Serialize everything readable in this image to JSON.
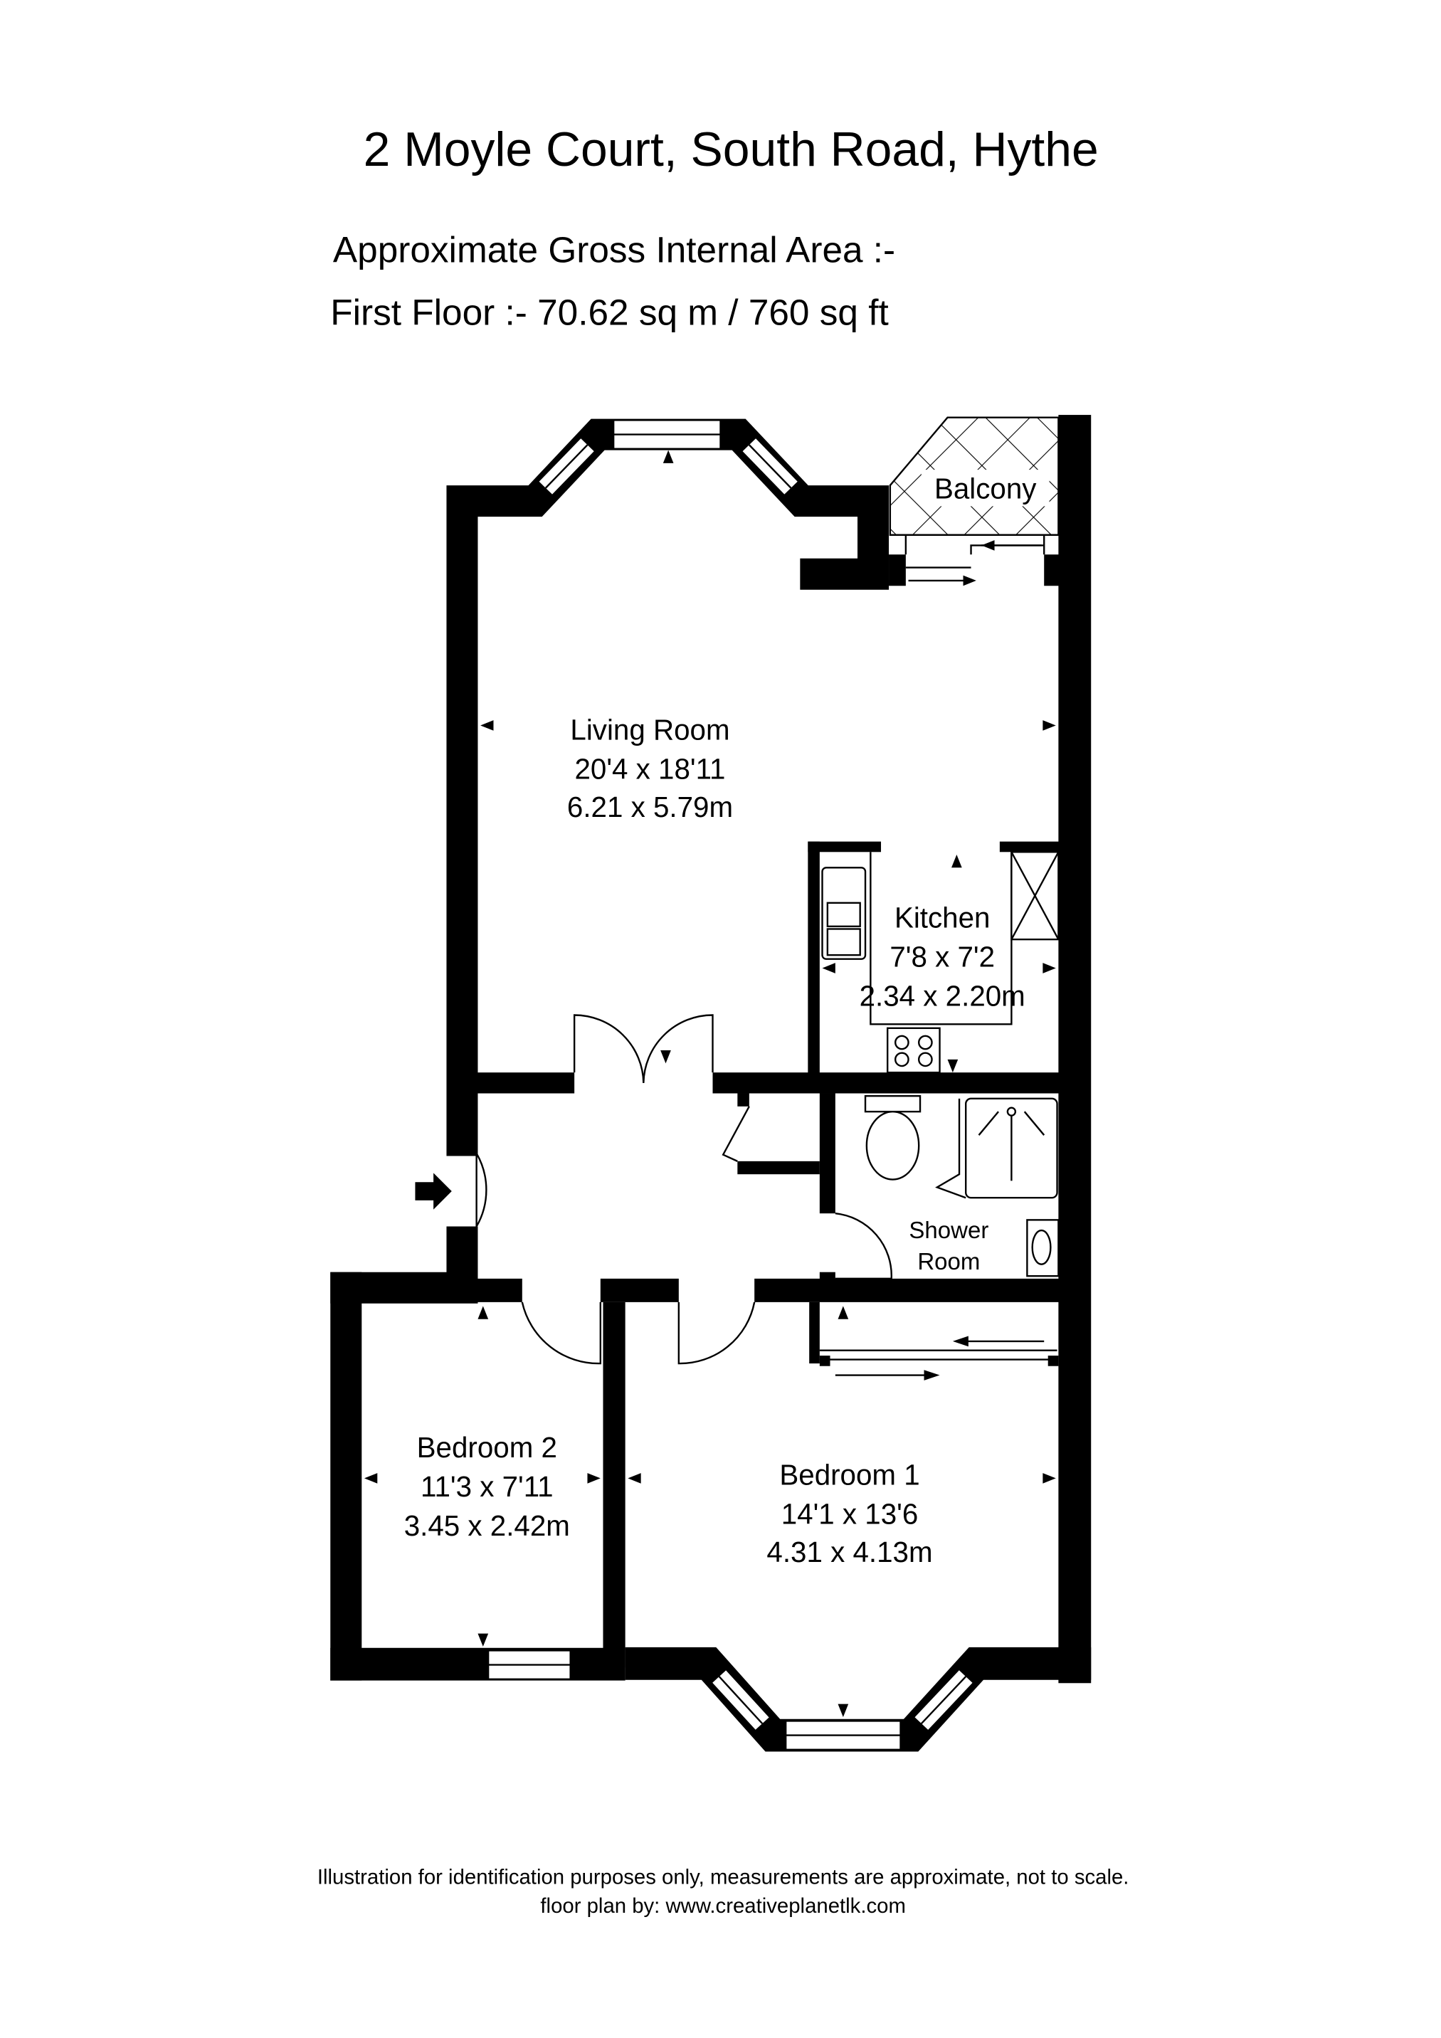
{
  "header": {
    "title": "2 Moyle Court, South Road, Hythe",
    "area_label": "Approximate Gross Internal Area :-",
    "area_value": "First Floor :- 70.62 sq m / 760 sq ft"
  },
  "rooms": {
    "living": {
      "name": "Living Room",
      "imperial": "20'4 x 18'11",
      "metric": "6.21 x 5.79m"
    },
    "kitchen": {
      "name": "Kitchen",
      "imperial": "7'8 x 7'2",
      "metric": "2.34 x 2.20m"
    },
    "balcony": {
      "name": "Balcony"
    },
    "shower": {
      "name_line1": "Shower",
      "name_line2": "Room"
    },
    "bedroom2": {
      "name": "Bedroom 2",
      "imperial": "11'3 x 7'11",
      "metric": "3.45 x 2.42m"
    },
    "bedroom1": {
      "name": "Bedroom 1",
      "imperial": "14'1 x 13'6",
      "metric": "4.31 x 4.13m"
    }
  },
  "footer": {
    "disclaimer": "Illustration for identification purposes only, measurements are approximate, not to scale.",
    "credit": "floor plan by: www.creativeplanetlk.com"
  },
  "icons": {
    "entrance": "entrance-arrow-icon"
  },
  "colors": {
    "wall": "#000000",
    "background": "#ffffff"
  }
}
